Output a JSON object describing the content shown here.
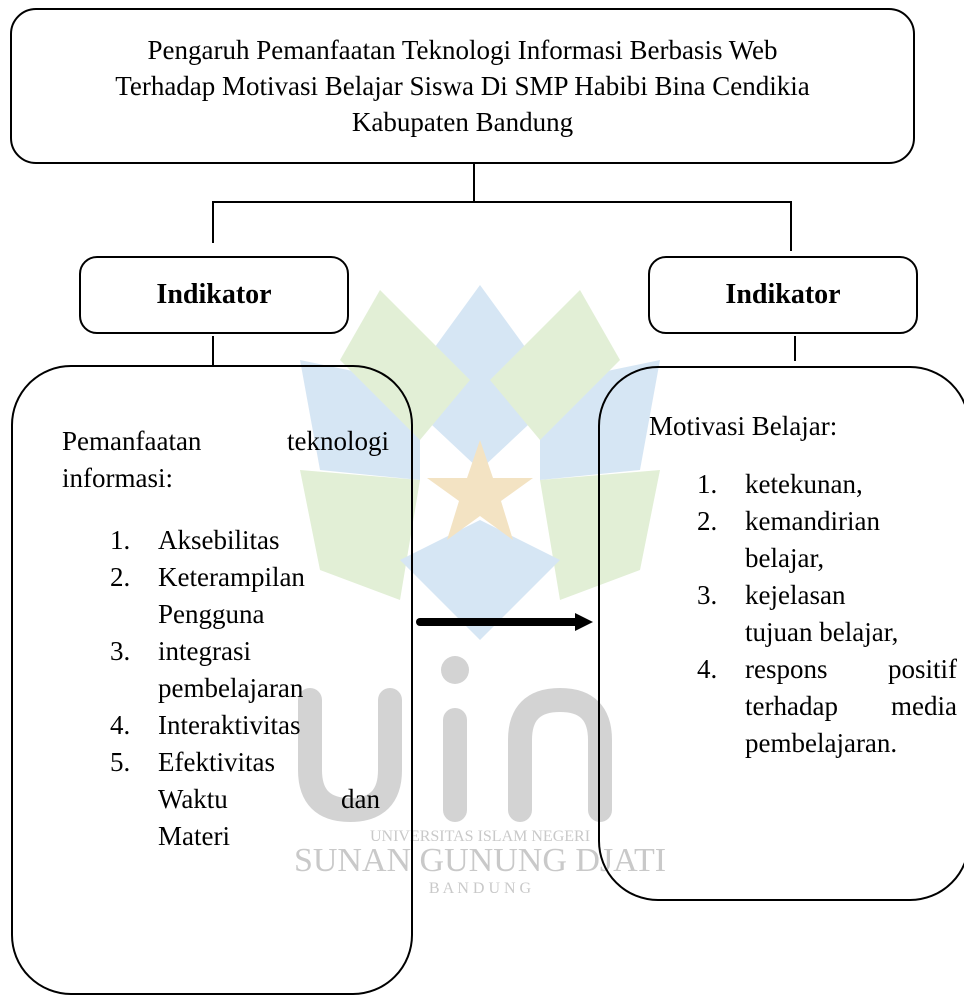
{
  "title": {
    "line1": "Pengaruh Pemanfaatan Teknologi Informasi Berbasis Web",
    "line2": "Terhadap Motivasi Belajar Siswa Di SMP Habibi Bina Cendikia",
    "line3": "Kabupaten Bandung"
  },
  "left": {
    "indicator_label": "Indikator",
    "heading_word1": "Pemanfaatan",
    "heading_word2": "teknologi",
    "heading_line2": "informasi:",
    "items": [
      {
        "num": "1.",
        "lines": [
          "Aksebilitas"
        ]
      },
      {
        "num": "2.",
        "lines": [
          "Keterampilan",
          "Pengguna"
        ]
      },
      {
        "num": "3.",
        "lines": [
          "integrasi",
          "pembelajaran"
        ]
      },
      {
        "num": "4.",
        "lines": [
          "Interaktivitas"
        ]
      },
      {
        "num": "5.",
        "lines": [
          "Efektivitas",
          "Waktu",
          "dan",
          "Materi"
        ]
      }
    ]
  },
  "right": {
    "indicator_label": "Indikator",
    "heading": "Motivasi Belajar:",
    "items": [
      {
        "num": "1.",
        "lines": [
          "ketekunan,"
        ]
      },
      {
        "num": "2.",
        "lines": [
          "kemandirian",
          "belajar,"
        ]
      },
      {
        "num": "3.",
        "lines": [
          "kejelasan",
          "tujuan belajar,"
        ]
      },
      {
        "num": "4.",
        "lines": [
          "respons",
          "positif",
          "terhadap",
          "media",
          "pembelajaran."
        ]
      }
    ]
  },
  "watermark": {
    "line1": "UNIVERSITAS ISLAM NEGERI",
    "line2": "SUNAN GUNUNG DJATI",
    "line3": "B A N D U N G",
    "logo_text": "uin",
    "colors": {
      "blue": "#d6e6f4",
      "green": "#e2efd6",
      "star": "#f3e3c3",
      "gray": "#d3d3d3"
    }
  }
}
